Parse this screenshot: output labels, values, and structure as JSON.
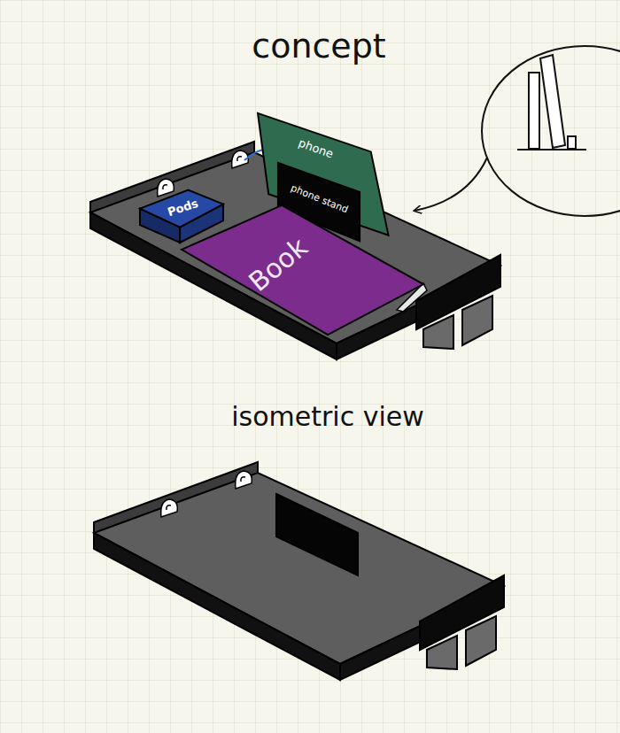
{
  "diagram": {
    "title": "concept",
    "nodes": [
      {
        "text": [
          "phone"
        ]
      },
      {
        "text": [
          "phone stand"
        ]
      },
      {
        "text": [
          "Pods"
        ]
      },
      {
        "text": [
          "Book"
        ]
      }
    ],
    "labels": [
      "isometric view"
    ]
  }
}
